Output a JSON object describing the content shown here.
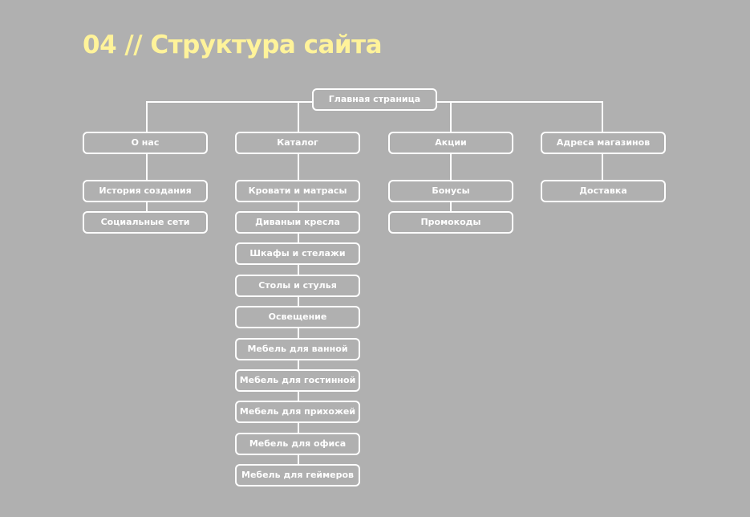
{
  "title": "04 // Структура сайта",
  "sitemap": {
    "root": "Главная страница",
    "sections": [
      {
        "label": "О нас",
        "children": [
          "История создания",
          "Социальные сети"
        ]
      },
      {
        "label": "Каталог",
        "children": [
          "Кровати и матрасы",
          "Диваныи кресла",
          "Шкафы и стелажи",
          "Столы и стулья",
          "Освещение",
          "Мебель для ванной",
          "Мебель для гостинной",
          "Мебель для прихожей",
          "Мебель для офиса",
          "Мебель для геймеров"
        ]
      },
      {
        "label": "Акции",
        "children": [
          "Бонусы",
          "Промокоды"
        ]
      },
      {
        "label": "Адреса магазинов",
        "children": [
          "Доставка"
        ]
      }
    ]
  },
  "colors": {
    "background": "#b0b0b0",
    "title": "#fff39a",
    "lines": "#ffffff"
  }
}
